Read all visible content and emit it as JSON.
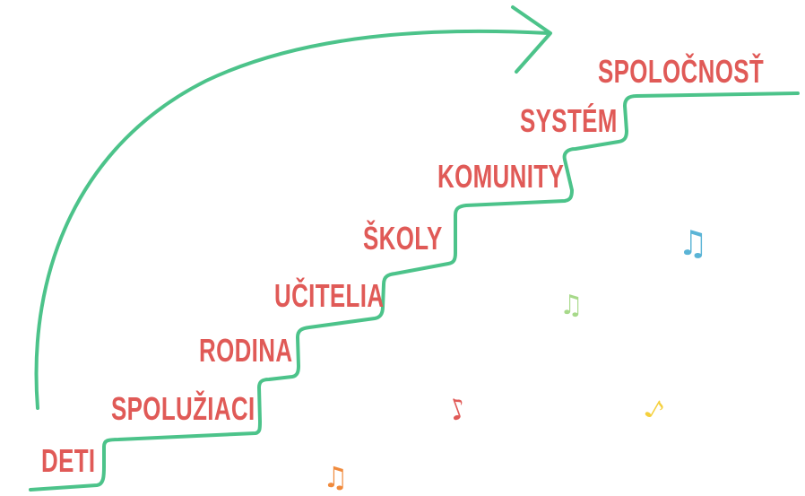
{
  "steps": [
    {
      "label": "DETI"
    },
    {
      "label": "SPOLUŽIACI"
    },
    {
      "label": "RODINA"
    },
    {
      "label": "UČITELIA"
    },
    {
      "label": "ŠKOLY"
    },
    {
      "label": "KOMUNITY"
    },
    {
      "label": "SYSTÉM"
    },
    {
      "label": "SPOLOČNOSŤ"
    }
  ],
  "colors": {
    "label": "#e05a57",
    "line": "#4cc38a",
    "notes": [
      "#5ab4d6",
      "#a7d98a",
      "#e05a57",
      "#f5d03c",
      "#f08a3c"
    ]
  },
  "icons": {
    "arrow": "curved-arrow-icon",
    "notes": [
      "beamed-notes-icon",
      "beamed-notes-icon",
      "eighth-note-icon",
      "eighth-note-icon",
      "beamed-notes-icon"
    ]
  },
  "notes": [
    "♫",
    "♫",
    "♪",
    "♪",
    "♫"
  ]
}
